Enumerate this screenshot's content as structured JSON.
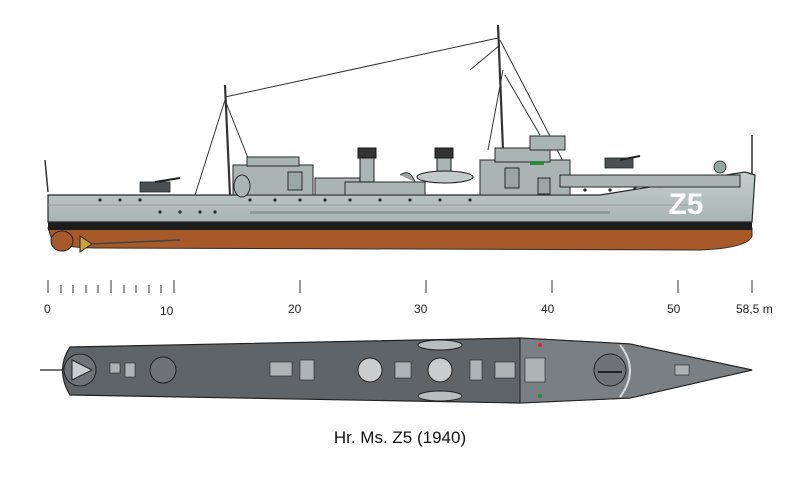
{
  "hull_marking": "Z5",
  "caption": "Hr. Ms. Z5 (1940)",
  "scale": {
    "unit": "m",
    "max_label": "58,5 m",
    "major_ticks": [
      "0",
      "10",
      "20",
      "30",
      "40",
      "50"
    ]
  },
  "colors": {
    "hull_grey": "#b9c3c2",
    "superstructure_grey": "#aab4b3",
    "boot_top": "#1c1c1c",
    "antifouling": "#a65a2a",
    "deck_dark": "#5f6468",
    "deck_bow": "#7a7f83",
    "funnel": "#333333",
    "outline": "#2a2a2a"
  }
}
